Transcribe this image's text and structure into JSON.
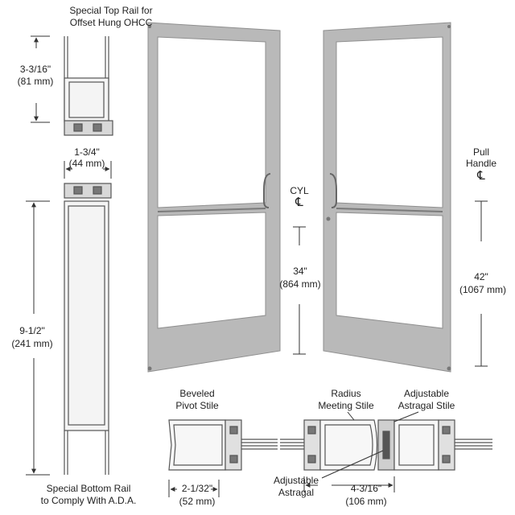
{
  "labels": {
    "top_rail_line1": "Special Top Rail for",
    "top_rail_line2": "Offset Hung OHCC",
    "top_dim_in": "3-3/16\"",
    "top_dim_mm": "(81 mm)",
    "stile_width_in": "1-3/4\"",
    "stile_width_mm": "(44 mm)",
    "bottom_dim_in": "9-1/2\"",
    "bottom_dim_mm": "(241 mm)",
    "bottom_rail_line1": "Special Bottom Rail",
    "bottom_rail_line2": "to Comply With A.D.A.",
    "cyl_label": "CYL",
    "cyl_height_in": "34\"",
    "cyl_height_mm": "(864 mm)",
    "pull_line1": "Pull",
    "pull_line2": "Handle",
    "pull_height_in": "42\"",
    "pull_height_mm": "(1067 mm)",
    "centerline_symbol": "℄",
    "beveled_line1": "Beveled",
    "beveled_line2": "Pivot Stile",
    "radius_line1": "Radius",
    "radius_line2": "Meeting Stile",
    "astragal_stile_line1": "Adjustable",
    "astragal_stile_line2": "Astragal Stile",
    "pivot_dim_in": "2-1/32\"",
    "pivot_dim_mm": "(52 mm)",
    "adj_astragal_line1": "Adjustable",
    "adj_astragal_line2": "Astragal",
    "meeting_dim_in": "4-3/16\"",
    "meeting_dim_mm": "(106 mm)"
  },
  "colors": {
    "door_frame": "#b9b9b9",
    "door_frame_edge": "#8f8f8f",
    "glass": "#ffffff",
    "line": "#333333"
  }
}
